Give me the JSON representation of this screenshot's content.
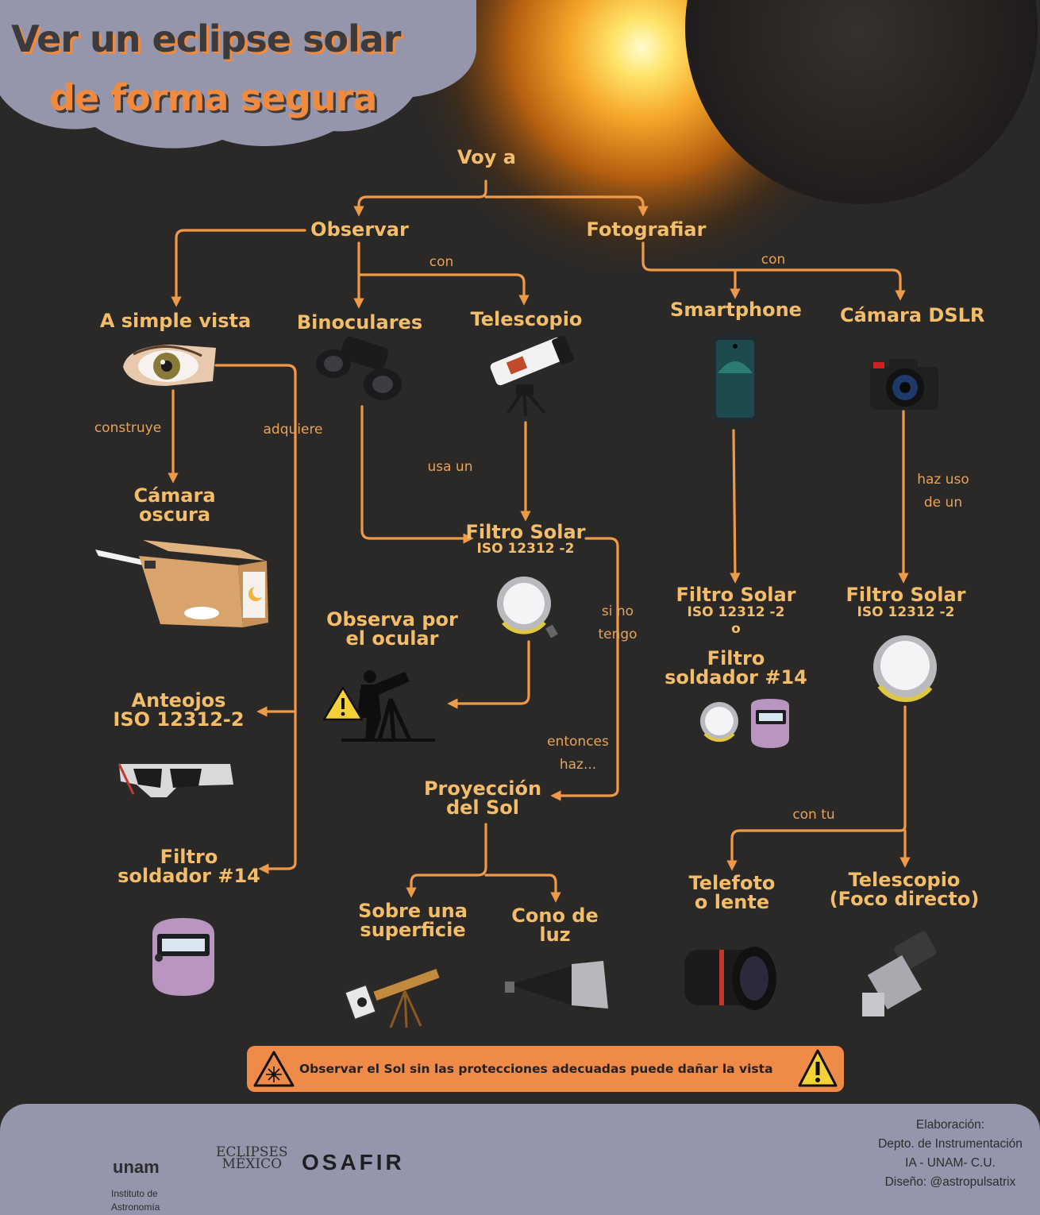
{
  "title": {
    "line1": "Ver un eclipse solar",
    "line2": "de forma segura"
  },
  "nodes": {
    "voy_a": "Voy a",
    "observar": "Observar",
    "fotografiar": "Fotografiar",
    "simple_vista": "A simple vista",
    "binoculares": "Binoculares",
    "telescopio": "Telescopio",
    "smartphone": "Smartphone",
    "camara_dslr": "Cámara\nDSLR",
    "camara_oscura": "Cámara\noscura",
    "filtro_solar": "Filtro Solar",
    "filtro_iso": "ISO 12312 -2",
    "o": "o",
    "filtro_soldador": "Filtro\nsoldador #14",
    "observa_ocular": "Observa por\nel ocular",
    "anteojos": "Anteojos\nISO 12312-2",
    "proyeccion": "Proyección\ndel Sol",
    "sobre_superficie": "Sobre una\nsuperficie",
    "cono_luz": "Cono de\nluz",
    "telefoto": "Telefoto\no lente",
    "telescopio_foco": "Telescopio\n(Foco directo)"
  },
  "labels": {
    "con": "con",
    "construye": "construye",
    "adquiere": "adquiere",
    "usa_un": "usa un",
    "haz_uso": "haz uso\nde un",
    "si_no_tengo": "si no\ntengo",
    "entonces_haz": "entonces\nhaz...",
    "con_tu": "con tu"
  },
  "warning": {
    "text": "Observar el Sol sin las protecciones adecuadas puede dañar la vista"
  },
  "footer": {
    "unam": "unam",
    "instituto": "Instituto de\nAstronomía",
    "eclipses": "ECLIPSES\nMÉXICO",
    "osafir": "OSAFIR",
    "credits": [
      "Elaboración:",
      "Depto. de Instrumentación",
      "IA - UNAM- C.U.",
      "Diseño: @astropulsatrix"
    ]
  },
  "colors": {
    "background": "#2a2928",
    "accent_orange": "#ef9a49",
    "node_text": "#f3bd6a",
    "cloud": "#9596ab"
  }
}
